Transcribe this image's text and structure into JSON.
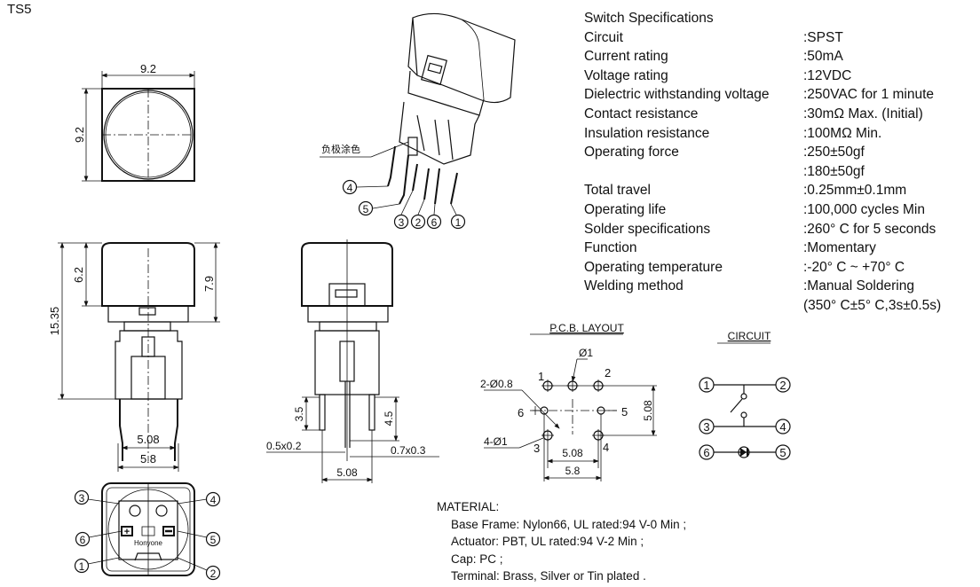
{
  "title": "TS5",
  "specs": {
    "heading": "Switch Specifications",
    "rows": [
      {
        "label": "Circuit",
        "value": ":SPST"
      },
      {
        "label": "Current rating",
        "value": ":50mA"
      },
      {
        "label": "Voltage rating",
        "value": ":12VDC"
      },
      {
        "label": "Dielectric withstanding voltage",
        "value": ":250VAC for 1 minute"
      },
      {
        "label": "Contact resistance",
        "value": ":30mΩ  Max. (Initial)"
      },
      {
        "label": "Insulation resistance",
        "value": ":100MΩ  Min."
      },
      {
        "label": "Operating force",
        "value": ":250±50gf"
      },
      {
        "label": "",
        "value": ":180±50gf"
      },
      {
        "label": "Total travel",
        "value": ":0.25mm±0.1mm"
      },
      {
        "label": "Operating life",
        "value": ":100,000 cycles Min"
      },
      {
        "label": "Solder specifications",
        "value": ":260° C for 5 seconds"
      },
      {
        "label": "Function",
        "value": ":Momentary"
      },
      {
        "label": "Operating temperature",
        "value": ":-20° C ~ +70° C"
      },
      {
        "label": "Welding method",
        "value": ":Manual Soldering"
      },
      {
        "label": "",
        "value": "(350° C±5° C,3s±0.5s)"
      }
    ]
  },
  "top_view": {
    "width_dim": "9.2",
    "height_dim": "9.2"
  },
  "iso_view": {
    "annotation": "负极涂色",
    "pins": [
      "4",
      "5",
      "3",
      "2",
      "6",
      "1"
    ]
  },
  "front_view": {
    "dims": [
      "15.35",
      "6.2",
      "7.9",
      "5.08",
      "5.8"
    ]
  },
  "side_view": {
    "dims": [
      "3.5",
      "4.5",
      "0.5x0.2",
      "0.7x0.3",
      "5.08"
    ]
  },
  "bottom_view": {
    "brand": "Honyone",
    "pins": [
      "3",
      "4",
      "6",
      "5",
      "1",
      "2"
    ]
  },
  "pcb_layout": {
    "title": "P.C.B. LAYOUT",
    "hole_labels": [
      "Ø1",
      "2-Ø0.8",
      "4-Ø1"
    ],
    "pin_labels": [
      "1",
      "2",
      "6",
      "5",
      "3",
      "4"
    ],
    "dims": [
      "5.08",
      "5.08",
      "5.8"
    ]
  },
  "circuit": {
    "title": "CIRCUIT",
    "pins": [
      "1",
      "2",
      "3",
      "4",
      "6",
      "5"
    ]
  },
  "material": {
    "heading": "MATERIAL:",
    "items": [
      "Base Frame: Nylon66, UL rated:94 V-0 Min ;",
      "Actuator: PBT, UL rated:94 V-2 Min ;",
      "Cap:  PC ;",
      "Terminal: Brass, Silver or Tin plated ."
    ]
  }
}
